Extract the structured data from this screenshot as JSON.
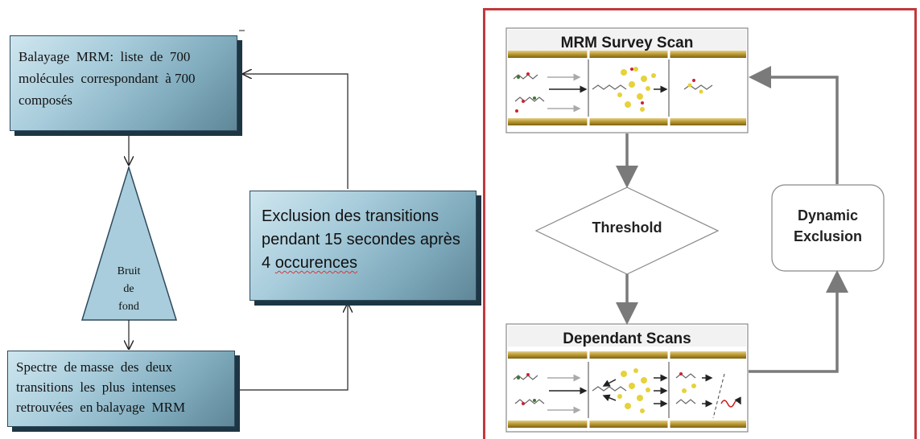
{
  "left_flow": {
    "balayage": {
      "line1": "Balayage  MRM:  liste  de  700",
      "line2": "molécules  correspondant  à 700",
      "line3": "composés"
    },
    "bruit": {
      "line1": "Bruit",
      "line2": "de",
      "line3": "fond"
    },
    "spectre": {
      "line1": "Spectre  de masse  des  deux",
      "line2": "transitions  les  plus  intenses",
      "line3": "retrouvées  en balayage  MRM"
    },
    "exclusion": {
      "line1": "Exclusion des transitions",
      "line2": "pendant 15 secondes après",
      "line3_num": "4",
      "line3_word": "occurences"
    }
  },
  "right_flow": {
    "survey_title": "MRM Survey Scan",
    "threshold": "Threshold",
    "dependant_title": "Dependant Scans",
    "dynamic_line1": "Dynamic",
    "dynamic_line2": "Exclusion"
  },
  "colors": {
    "panel_border": "#c2393d",
    "box_gradient_light": "#cfe6ef",
    "box_gradient_dark": "#5f8798",
    "box_shadow": "#1e3544",
    "rod_gold": "#b8962e",
    "arrow_grey": "#7a7a7a"
  }
}
